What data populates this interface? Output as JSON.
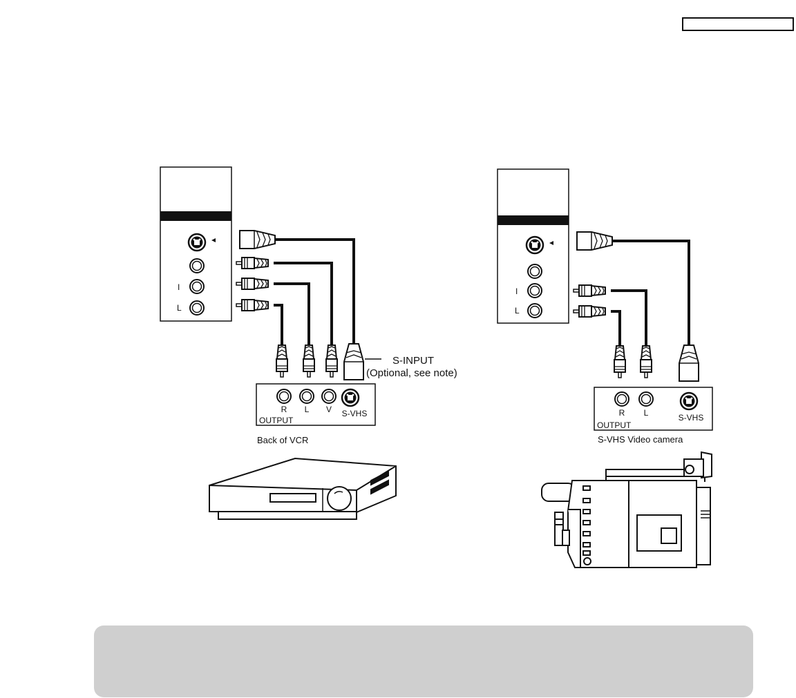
{
  "diagram": {
    "vcr": {
      "s_input_label": "S-INPUT",
      "s_input_note": "(Optional, see note)",
      "jack_labels": [
        "R",
        "L",
        "V",
        "S-VHS"
      ],
      "output_label": "OUTPUT",
      "caption": "Back of VCR"
    },
    "camera": {
      "jack_labels": [
        "R",
        "L",
        "S-VHS"
      ],
      "output_label": "OUTPUT",
      "caption": "S-VHS Video camera"
    },
    "panel_small_labels": [
      "I",
      "L"
    ]
  }
}
